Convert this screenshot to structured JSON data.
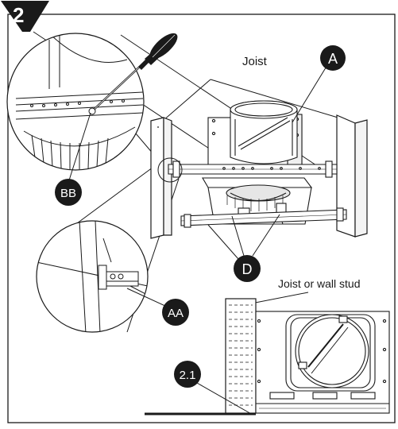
{
  "step": {
    "number": "2"
  },
  "labels": {
    "joist": "Joist",
    "joist_or_wall_stud": "Joist or wall stud"
  },
  "callouts": {
    "a": "A",
    "bb": "BB",
    "d": "D",
    "aa": "AA",
    "two_one": "2.1"
  },
  "colors": {
    "line": "#1a1a1a",
    "callout_fill": "#1a1a1a",
    "callout_text": "#ffffff",
    "screwdriver_handle": "#1a1a1a"
  }
}
